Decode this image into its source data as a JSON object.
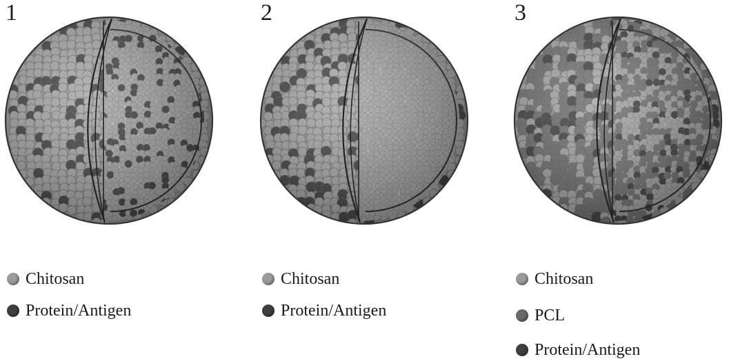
{
  "panels": [
    {
      "number": "1",
      "variant": "loaded",
      "legend": [
        {
          "label": "Chitosan",
          "color": "#9b9b9b"
        },
        {
          "label": "Protein/Antigen",
          "color": "#3f3f3f"
        }
      ]
    },
    {
      "number": "2",
      "variant": "surface",
      "legend": [
        {
          "label": "Chitosan",
          "color": "#9b9b9b"
        },
        {
          "label": "Protein/Antigen",
          "color": "#3f3f3f"
        }
      ]
    },
    {
      "number": "3",
      "variant": "pcl",
      "legend": [
        {
          "label": "Chitosan",
          "color": "#9b9b9b"
        },
        {
          "label": "PCL",
          "color": "#6a6a6a"
        },
        {
          "label": "Protein/Antigen",
          "color": "#3f3f3f"
        }
      ]
    }
  ],
  "colors": {
    "chitosan": "#a3a3a3",
    "protein": "#3c3c3c",
    "pcl": "#6c6c6c",
    "outline": "#222222"
  }
}
